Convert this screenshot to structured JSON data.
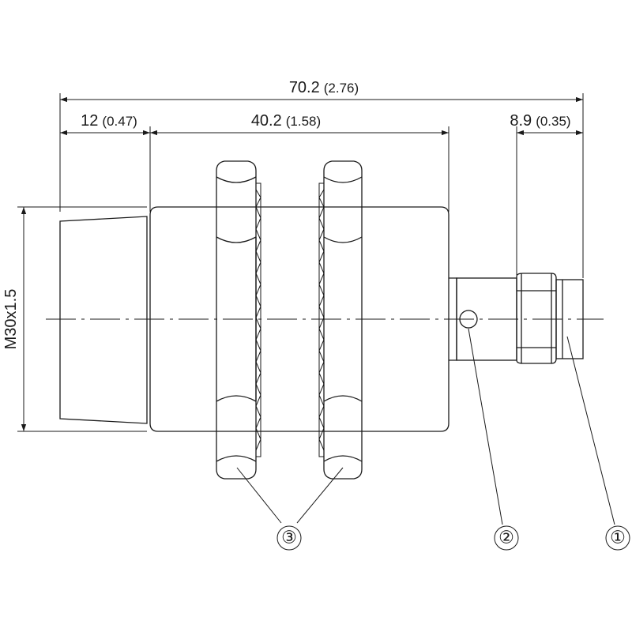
{
  "dimensions": {
    "overall": {
      "value": "70.2",
      "inch": "(2.76)"
    },
    "face": {
      "value": "12",
      "inch": "(0.47)"
    },
    "thread": {
      "value": "40.2",
      "inch": "(1.58)"
    },
    "connector": {
      "value": "8.9",
      "inch": "(0.35)"
    },
    "diameter": {
      "label": "M30x1.5"
    }
  },
  "callouts": {
    "connector": "①",
    "led": "②",
    "nuts": "③"
  }
}
